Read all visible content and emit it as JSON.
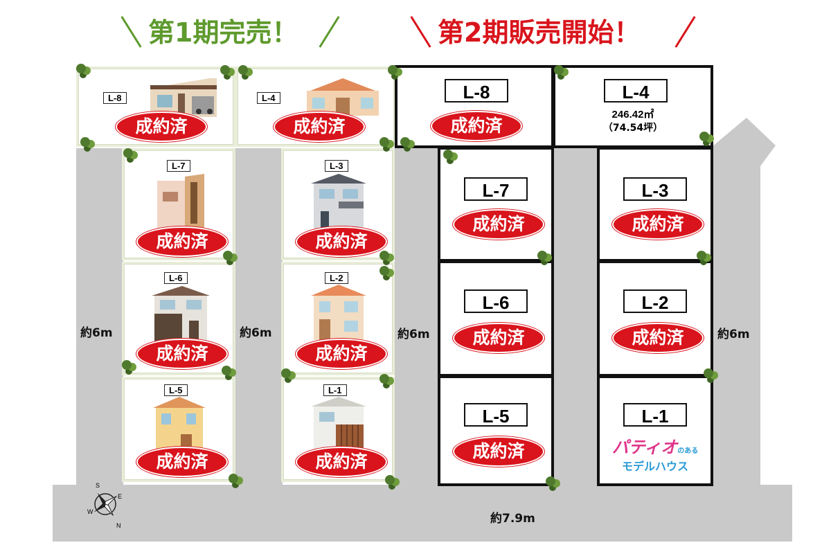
{
  "headings": {
    "phase1": "第1期完売！",
    "phase2": "第2期販売開始！"
  },
  "colors": {
    "phase1_green": "#5e9a2d",
    "phase2_red": "#d9141c",
    "sold_red": "#d9141c",
    "road_gray": "#c9c9c9"
  },
  "phase1_lots": [
    {
      "id": "L-8",
      "status": "成約済"
    },
    {
      "id": "L-4",
      "status": "成約済"
    },
    {
      "id": "L-7",
      "status": "成約済"
    },
    {
      "id": "L-3",
      "status": "成約済"
    },
    {
      "id": "L-6",
      "status": "成約済"
    },
    {
      "id": "L-2",
      "status": "成約済"
    },
    {
      "id": "L-5",
      "status": "成約済"
    },
    {
      "id": "L-1",
      "status": "成約済"
    }
  ],
  "phase2_lots": [
    {
      "id": "L-8",
      "status": "成約済"
    },
    {
      "id": "L-4",
      "area_sqm": "246.42㎡",
      "area_tsubo": "（74.54坪）"
    },
    {
      "id": "L-7",
      "status": "成約済"
    },
    {
      "id": "L-3",
      "status": "成約済"
    },
    {
      "id": "L-6",
      "status": "成約済"
    },
    {
      "id": "L-2",
      "status": "成約済"
    },
    {
      "id": "L-5",
      "status": "成約済"
    },
    {
      "id": "L-1",
      "note_logo": "パティオ",
      "note_small": "のある",
      "note_line2": "モデルハウス"
    }
  ],
  "roads": {
    "road1": "約6m",
    "road2": "約6m",
    "road3": "約6m",
    "road4": "約6m",
    "bottom": "約7.9m"
  },
  "compass": {
    "north": "N",
    "south": "S",
    "east": "E",
    "west": "W"
  }
}
